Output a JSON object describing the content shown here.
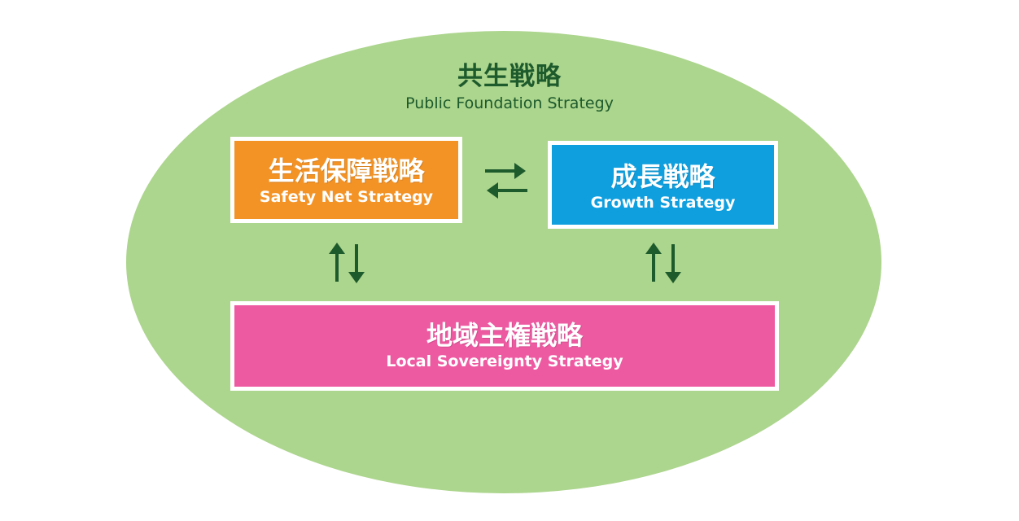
{
  "diagram": {
    "title_jp": "共生戦略",
    "title_en": "Public Foundation Strategy",
    "boxes": {
      "safety_net": {
        "jp": "生活保障戦略",
        "en": "Safety Net Strategy",
        "color": "#f39326"
      },
      "growth": {
        "jp": "成長戦略",
        "en": "Growth Strategy",
        "color": "#0f9fdf"
      },
      "local_sovereignty": {
        "jp": "地域主権戦略",
        "en": "Local Sovereignty Strategy",
        "color": "#ee5aa2"
      }
    },
    "colors": {
      "ellipse": "#acd58d",
      "title_text": "#1d5a2c",
      "arrows": "#1d5a2c"
    }
  }
}
